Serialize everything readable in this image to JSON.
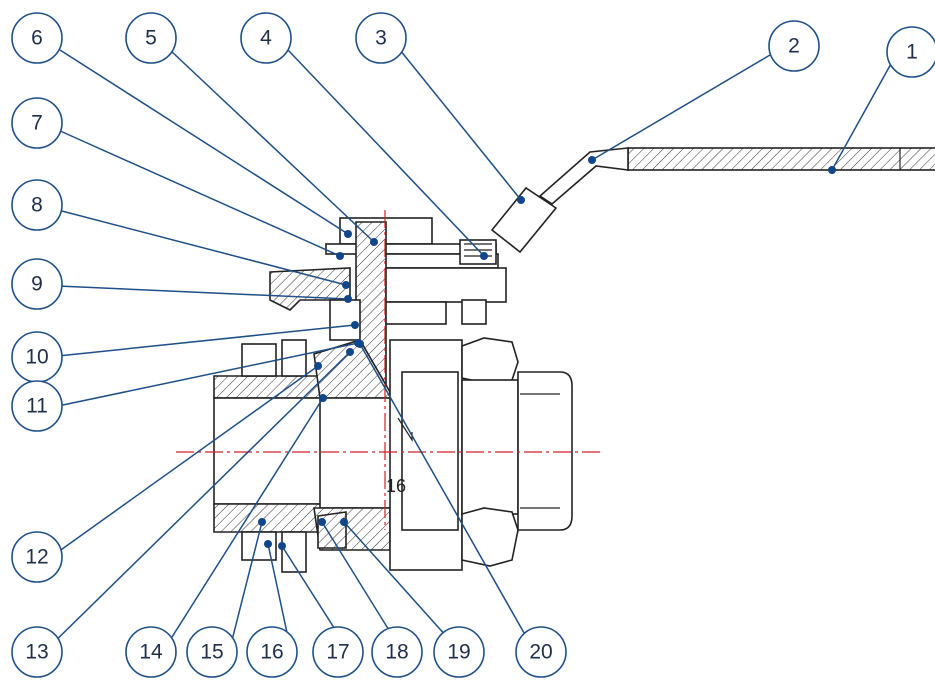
{
  "callouts": [
    {
      "id": "1",
      "label": "1"
    },
    {
      "id": "2",
      "label": "2"
    },
    {
      "id": "3",
      "label": "3"
    },
    {
      "id": "4",
      "label": "4"
    },
    {
      "id": "5",
      "label": "5"
    },
    {
      "id": "6",
      "label": "6"
    },
    {
      "id": "7",
      "label": "7"
    },
    {
      "id": "8",
      "label": "8"
    },
    {
      "id": "9",
      "label": "9"
    },
    {
      "id": "10",
      "label": "10"
    },
    {
      "id": "11",
      "label": "11"
    },
    {
      "id": "12",
      "label": "12"
    },
    {
      "id": "13",
      "label": "13"
    },
    {
      "id": "14",
      "label": "14"
    },
    {
      "id": "15",
      "label": "15"
    },
    {
      "id": "16",
      "label": "16"
    },
    {
      "id": "17",
      "label": "17"
    },
    {
      "id": "18",
      "label": "18"
    },
    {
      "id": "19",
      "label": "19"
    },
    {
      "id": "20",
      "label": "20"
    }
  ],
  "body_marking": "16",
  "colors": {
    "callout": "#1e4f86",
    "centerline": "#d0202a",
    "outline": "#222222"
  }
}
